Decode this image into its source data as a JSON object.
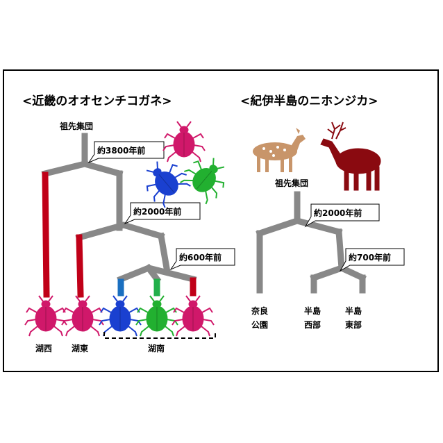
{
  "left": {
    "title": "<近畿のオオセンチコガネ>",
    "ancestor": "祖先集団",
    "callouts": [
      "約3800年前",
      "約2000年前",
      "約600年前"
    ],
    "leaves": [
      "湖西",
      "湖東",
      "湖南"
    ]
  },
  "right": {
    "title": "<紀伊半島のニホンジカ>",
    "ancestor": "祖先集団",
    "callouts": [
      "約2000年前",
      "約700年前"
    ],
    "leaves": [
      {
        "line1": "奈良",
        "line2": "公園"
      },
      {
        "line1": "半島",
        "line2": "西部"
      },
      {
        "line1": "半島",
        "line2": "東部"
      }
    ]
  },
  "colors": {
    "branch": "#888888",
    "red": "#c00018",
    "blue": "#1a6fc0",
    "green": "#22b04a",
    "beetle_magenta": "#d0186a",
    "beetle_blue": "#1a40d0",
    "beetle_green": "#22b030",
    "deer_light": "#c8956a",
    "deer_dark": "#8a0a10"
  }
}
